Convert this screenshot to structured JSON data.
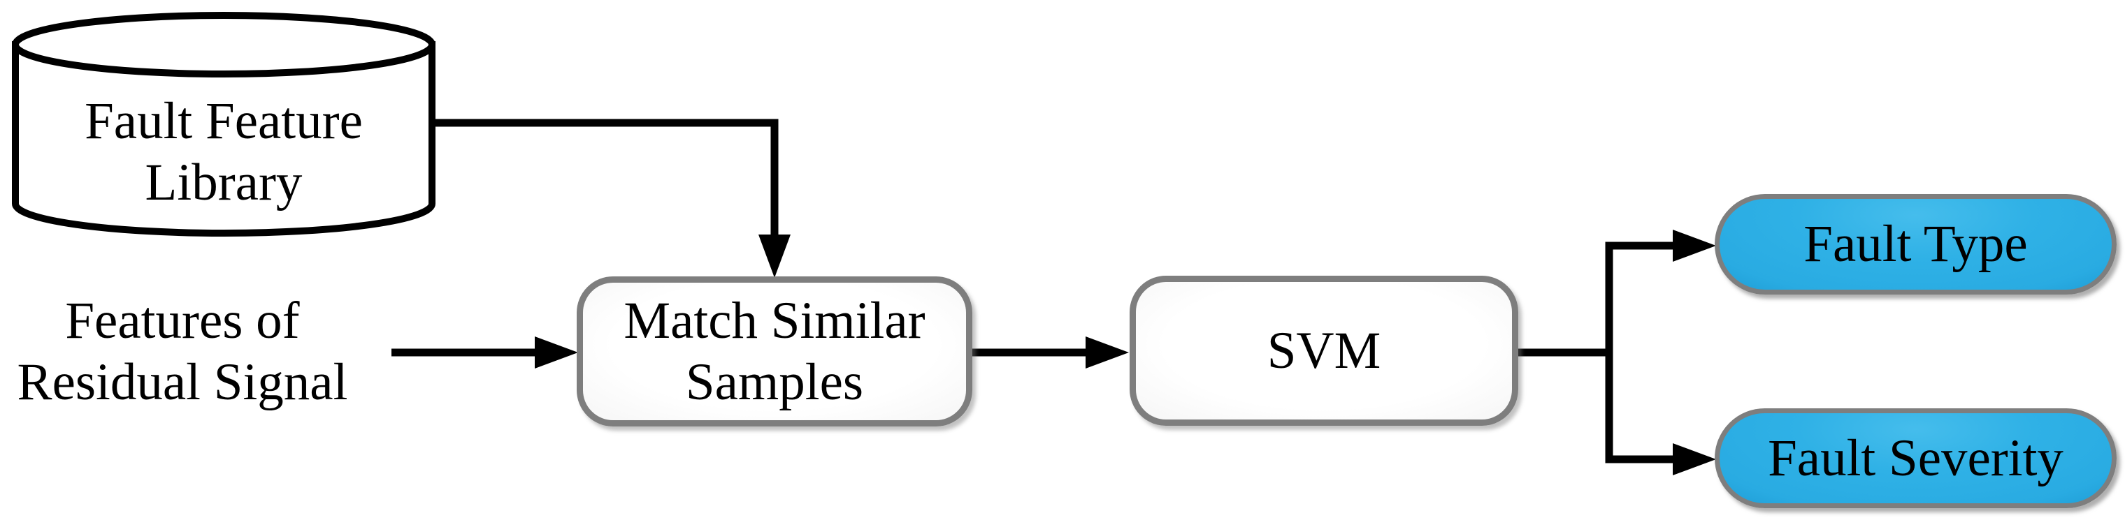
{
  "figure": {
    "background_color": "#ffffff",
    "line_color": "#000000",
    "box_border_color": "#7E7E7E",
    "process_fill_color": "#ffffff",
    "output_fill_color": "#29ABE2",
    "text_color": "#000000",
    "nodes": {
      "library": {
        "type": "database-cylinder",
        "line1": "Fault Feature",
        "line2": "Library"
      },
      "features": {
        "type": "plain-text",
        "line1": "Features of",
        "line2": "Residual Signal"
      },
      "match": {
        "type": "process-box",
        "line1": "Match Similar",
        "line2": "Samples"
      },
      "svm": {
        "type": "process-box",
        "label": "SVM"
      },
      "fault_type": {
        "type": "output-pill",
        "label": "Fault Type"
      },
      "fault_severity": {
        "type": "output-pill",
        "label": "Fault Severity"
      }
    },
    "edges": [
      {
        "from": "Fault Feature Library",
        "to": "Match Similar Samples"
      },
      {
        "from": "Features of Residual Signal",
        "to": "Match Similar Samples"
      },
      {
        "from": "Match Similar Samples",
        "to": "SVM"
      },
      {
        "from": "SVM",
        "to": "Fault Type"
      },
      {
        "from": "SVM",
        "to": "Fault Severity"
      }
    ]
  }
}
